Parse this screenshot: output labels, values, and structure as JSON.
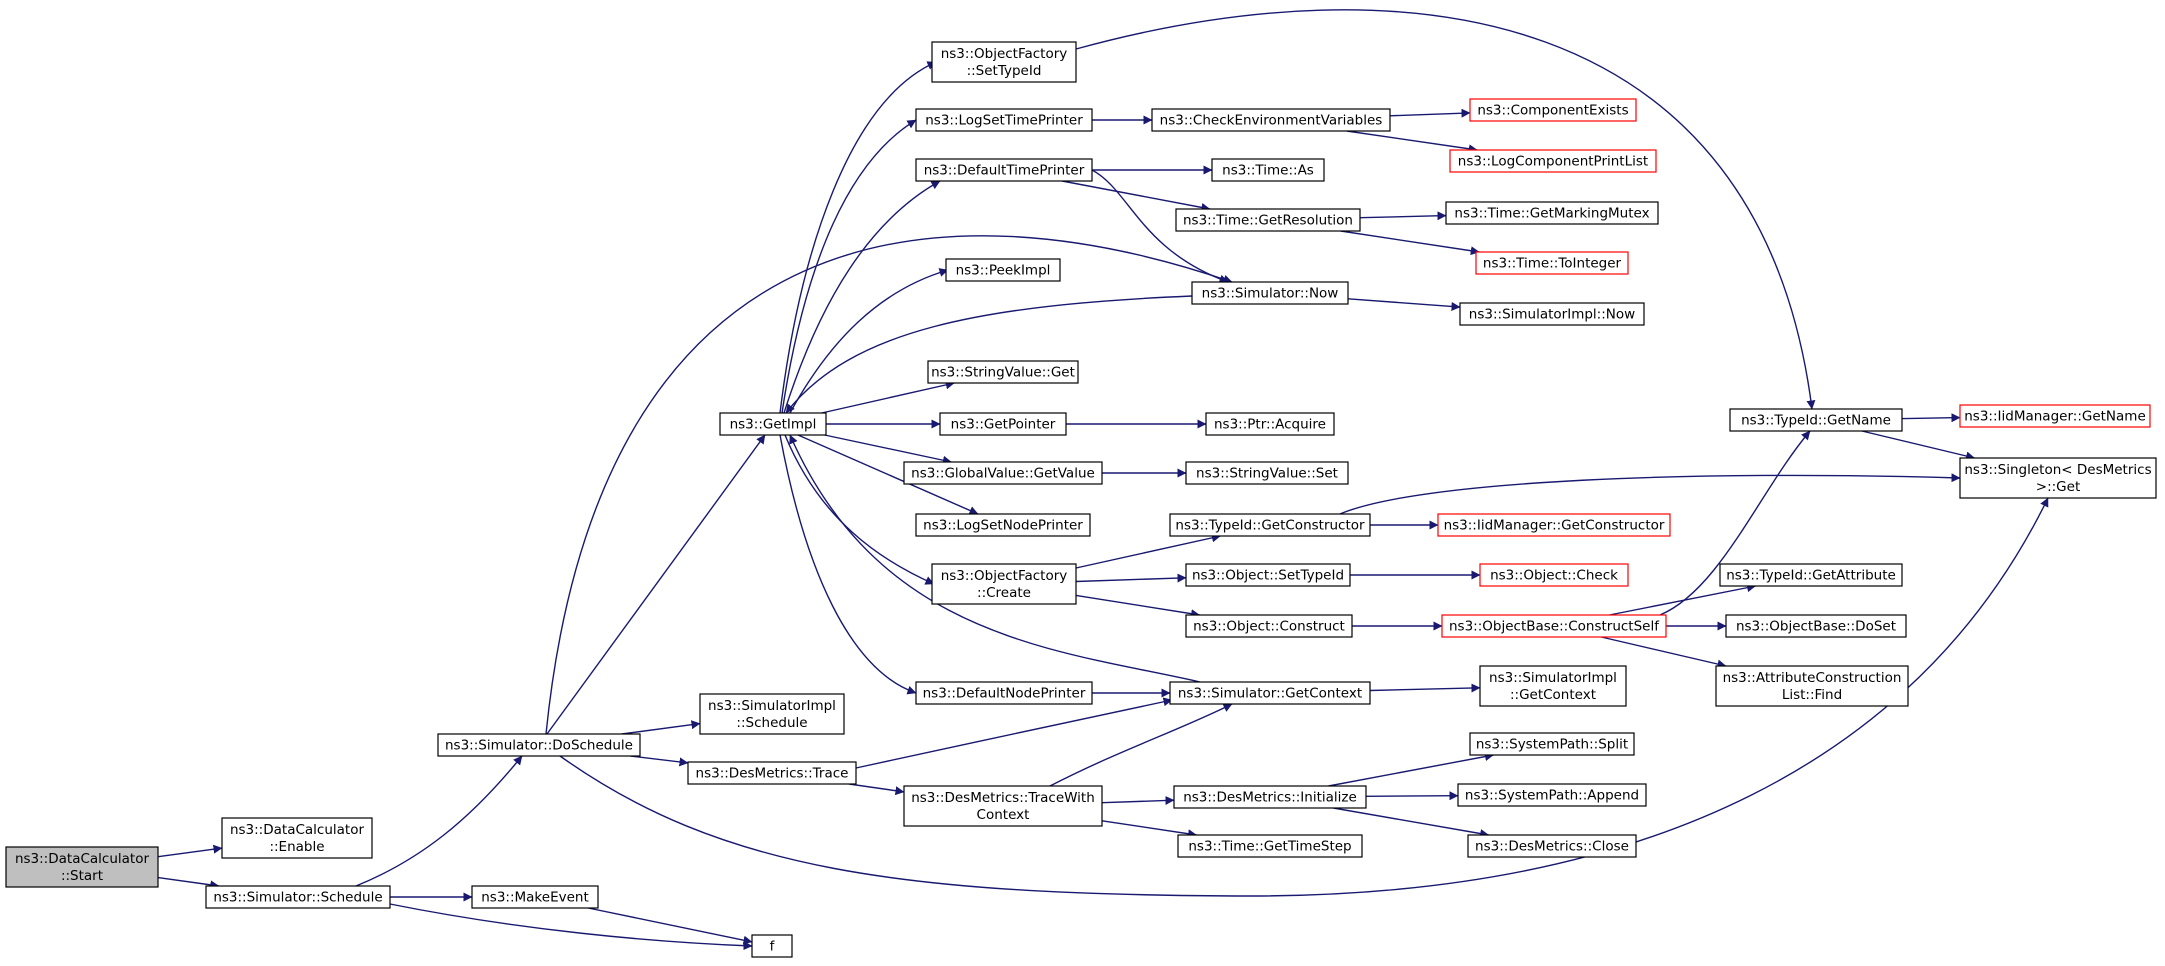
{
  "colors": {
    "edge": "#191970",
    "box": "#000000",
    "link_box": "#ff0000",
    "root_fill": "#bfbfbf"
  },
  "nodes": [
    {
      "id": "start",
      "lines": [
        "ns3::DataCalculator",
        "::Start"
      ],
      "style": "root"
    },
    {
      "id": "enable",
      "lines": [
        "ns3::DataCalculator",
        "::Enable"
      ],
      "style": "normal"
    },
    {
      "id": "sim_schedule",
      "lines": [
        "ns3::Simulator::Schedule"
      ],
      "style": "normal"
    },
    {
      "id": "doschedule",
      "lines": [
        "ns3::Simulator::DoSchedule"
      ],
      "style": "normal"
    },
    {
      "id": "makeevent",
      "lines": [
        "ns3::MakeEvent"
      ],
      "style": "normal"
    },
    {
      "id": "f",
      "lines": [
        "f"
      ],
      "style": "normal"
    },
    {
      "id": "getimpl",
      "lines": [
        "ns3::GetImpl"
      ],
      "style": "normal"
    },
    {
      "id": "simimpl_schedule",
      "lines": [
        "ns3::SimulatorImpl",
        "::Schedule"
      ],
      "style": "normal"
    },
    {
      "id": "desmetrics_trace",
      "lines": [
        "ns3::DesMetrics::Trace"
      ],
      "style": "normal"
    },
    {
      "id": "of_settypeid",
      "lines": [
        "ns3::ObjectFactory",
        "::SetTypeId"
      ],
      "style": "normal"
    },
    {
      "id": "logsettimeprinter",
      "lines": [
        "ns3::LogSetTimePrinter"
      ],
      "style": "normal"
    },
    {
      "id": "defaulttimeprinter",
      "lines": [
        "ns3::DefaultTimePrinter"
      ],
      "style": "normal"
    },
    {
      "id": "peekimpl",
      "lines": [
        "ns3::PeekImpl"
      ],
      "style": "normal"
    },
    {
      "id": "stringvalue_get",
      "lines": [
        "ns3::StringValue::Get"
      ],
      "style": "normal"
    },
    {
      "id": "getpointer",
      "lines": [
        "ns3::GetPointer"
      ],
      "style": "normal"
    },
    {
      "id": "globalvalue_getvalue",
      "lines": [
        "ns3::GlobalValue::GetValue"
      ],
      "style": "normal"
    },
    {
      "id": "logsetnodeprinter",
      "lines": [
        "ns3::LogSetNodePrinter"
      ],
      "style": "normal"
    },
    {
      "id": "of_create",
      "lines": [
        "ns3::ObjectFactory",
        "::Create"
      ],
      "style": "normal"
    },
    {
      "id": "defaultnodeprinter",
      "lines": [
        "ns3::DefaultNodePrinter"
      ],
      "style": "normal"
    },
    {
      "id": "tracewithcontext",
      "lines": [
        "ns3::DesMetrics::TraceWith",
        "Context"
      ],
      "style": "normal"
    },
    {
      "id": "checkenv",
      "lines": [
        "ns3::CheckEnvironmentVariables"
      ],
      "style": "normal"
    },
    {
      "id": "time_as",
      "lines": [
        "ns3::Time::As"
      ],
      "style": "normal"
    },
    {
      "id": "time_getresolution",
      "lines": [
        "ns3::Time::GetResolution"
      ],
      "style": "normal"
    },
    {
      "id": "simulator_now",
      "lines": [
        "ns3::Simulator::Now"
      ],
      "style": "normal"
    },
    {
      "id": "ptr_acquire",
      "lines": [
        "ns3::Ptr::Acquire"
      ],
      "style": "normal"
    },
    {
      "id": "stringvalue_set",
      "lines": [
        "ns3::StringValue::Set"
      ],
      "style": "normal"
    },
    {
      "id": "typeid_getconstructor",
      "lines": [
        "ns3::TypeId::GetConstructor"
      ],
      "style": "normal"
    },
    {
      "id": "object_settypeid",
      "lines": [
        "ns3::Object::SetTypeId"
      ],
      "style": "normal"
    },
    {
      "id": "object_construct",
      "lines": [
        "ns3::Object::Construct"
      ],
      "style": "normal"
    },
    {
      "id": "sim_getcontext",
      "lines": [
        "ns3::Simulator::GetContext"
      ],
      "style": "normal"
    },
    {
      "id": "dm_initialize",
      "lines": [
        "ns3::DesMetrics::Initialize"
      ],
      "style": "normal"
    },
    {
      "id": "time_gettimestep",
      "lines": [
        "ns3::Time::GetTimeStep"
      ],
      "style": "normal"
    },
    {
      "id": "componentexists",
      "lines": [
        "ns3::ComponentExists"
      ],
      "style": "link"
    },
    {
      "id": "logcomponentprintlist",
      "lines": [
        "ns3::LogComponentPrintList"
      ],
      "style": "link"
    },
    {
      "id": "time_getmarkingmutex",
      "lines": [
        "ns3::Time::GetMarkingMutex"
      ],
      "style": "normal"
    },
    {
      "id": "time_tointeger",
      "lines": [
        "ns3::Time::ToInteger"
      ],
      "style": "link"
    },
    {
      "id": "simimpl_now",
      "lines": [
        "ns3::SimulatorImpl::Now"
      ],
      "style": "normal"
    },
    {
      "id": "iidmanager_getconstructor",
      "lines": [
        "ns3::IidManager::GetConstructor"
      ],
      "style": "link"
    },
    {
      "id": "object_check",
      "lines": [
        "ns3::Object::Check"
      ],
      "style": "link"
    },
    {
      "id": "objectbase_constructself",
      "lines": [
        "ns3::ObjectBase::ConstructSelf"
      ],
      "style": "link"
    },
    {
      "id": "simimpl_getcontext",
      "lines": [
        "ns3::SimulatorImpl",
        "::GetContext"
      ],
      "style": "normal"
    },
    {
      "id": "systempath_split",
      "lines": [
        "ns3::SystemPath::Split"
      ],
      "style": "normal"
    },
    {
      "id": "systempath_append",
      "lines": [
        "ns3::SystemPath::Append"
      ],
      "style": "normal"
    },
    {
      "id": "dm_close",
      "lines": [
        "ns3::DesMetrics::Close"
      ],
      "style": "normal"
    },
    {
      "id": "typeid_getname",
      "lines": [
        "ns3::TypeId::GetName"
      ],
      "style": "normal"
    },
    {
      "id": "iidmanager_getname",
      "lines": [
        "ns3::IidManager::GetName"
      ],
      "style": "link"
    },
    {
      "id": "singleton_get",
      "lines": [
        "ns3::Singleton< DesMetrics",
        " >::Get"
      ],
      "style": "normal"
    },
    {
      "id": "typeid_getattribute",
      "lines": [
        "ns3::TypeId::GetAttribute"
      ],
      "style": "normal"
    },
    {
      "id": "objectbase_doset",
      "lines": [
        "ns3::ObjectBase::DoSet"
      ],
      "style": "normal"
    },
    {
      "id": "attrconstruction_find",
      "lines": [
        "ns3::AttributeConstruction",
        "List::Find"
      ],
      "style": "normal"
    }
  ],
  "edges": [
    [
      "start",
      "enable"
    ],
    [
      "start",
      "sim_schedule"
    ],
    [
      "sim_schedule",
      "doschedule"
    ],
    [
      "sim_schedule",
      "makeevent"
    ],
    [
      "sim_schedule",
      "f"
    ],
    [
      "makeevent",
      "f"
    ],
    [
      "doschedule",
      "getimpl"
    ],
    [
      "doschedule",
      "simulator_now"
    ],
    [
      "doschedule",
      "simimpl_schedule"
    ],
    [
      "doschedule",
      "desmetrics_trace"
    ],
    [
      "doschedule",
      "singleton_get"
    ],
    [
      "getimpl",
      "of_settypeid"
    ],
    [
      "getimpl",
      "logsettimeprinter"
    ],
    [
      "getimpl",
      "defaulttimeprinter"
    ],
    [
      "getimpl",
      "peekimpl"
    ],
    [
      "getimpl",
      "stringvalue_get"
    ],
    [
      "getimpl",
      "getpointer"
    ],
    [
      "getimpl",
      "globalvalue_getvalue"
    ],
    [
      "getimpl",
      "logsetnodeprinter"
    ],
    [
      "getimpl",
      "of_create"
    ],
    [
      "getimpl",
      "defaultnodeprinter"
    ],
    [
      "simulator_now",
      "getimpl"
    ],
    [
      "sim_getcontext",
      "getimpl"
    ],
    [
      "of_settypeid",
      "typeid_getname"
    ],
    [
      "logsettimeprinter",
      "checkenv"
    ],
    [
      "checkenv",
      "componentexists"
    ],
    [
      "checkenv",
      "logcomponentprintlist"
    ],
    [
      "defaulttimeprinter",
      "time_as"
    ],
    [
      "defaulttimeprinter",
      "time_getresolution"
    ],
    [
      "defaulttimeprinter",
      "simulator_now"
    ],
    [
      "time_getresolution",
      "time_getmarkingmutex"
    ],
    [
      "time_getresolution",
      "time_tointeger"
    ],
    [
      "simulator_now",
      "simimpl_now"
    ],
    [
      "getpointer",
      "ptr_acquire"
    ],
    [
      "globalvalue_getvalue",
      "stringvalue_set"
    ],
    [
      "of_create",
      "typeid_getconstructor"
    ],
    [
      "of_create",
      "object_settypeid"
    ],
    [
      "of_create",
      "object_construct"
    ],
    [
      "typeid_getconstructor",
      "iidmanager_getconstructor"
    ],
    [
      "typeid_getconstructor",
      "singleton_get"
    ],
    [
      "object_settypeid",
      "object_check"
    ],
    [
      "object_construct",
      "objectbase_constructself"
    ],
    [
      "objectbase_constructself",
      "typeid_getname"
    ],
    [
      "objectbase_constructself",
      "typeid_getattribute"
    ],
    [
      "objectbase_constructself",
      "objectbase_doset"
    ],
    [
      "objectbase_constructself",
      "attrconstruction_find"
    ],
    [
      "defaultnodeprinter",
      "sim_getcontext"
    ],
    [
      "sim_getcontext",
      "simimpl_getcontext"
    ],
    [
      "desmetrics_trace",
      "sim_getcontext"
    ],
    [
      "desmetrics_trace",
      "tracewithcontext"
    ],
    [
      "tracewithcontext",
      "sim_getcontext"
    ],
    [
      "tracewithcontext",
      "dm_initialize"
    ],
    [
      "tracewithcontext",
      "time_gettimestep"
    ],
    [
      "dm_initialize",
      "systempath_split"
    ],
    [
      "dm_initialize",
      "systempath_append"
    ],
    [
      "dm_initialize",
      "dm_close"
    ],
    [
      "typeid_getname",
      "iidmanager_getname"
    ],
    [
      "typeid_getname",
      "singleton_get"
    ]
  ]
}
